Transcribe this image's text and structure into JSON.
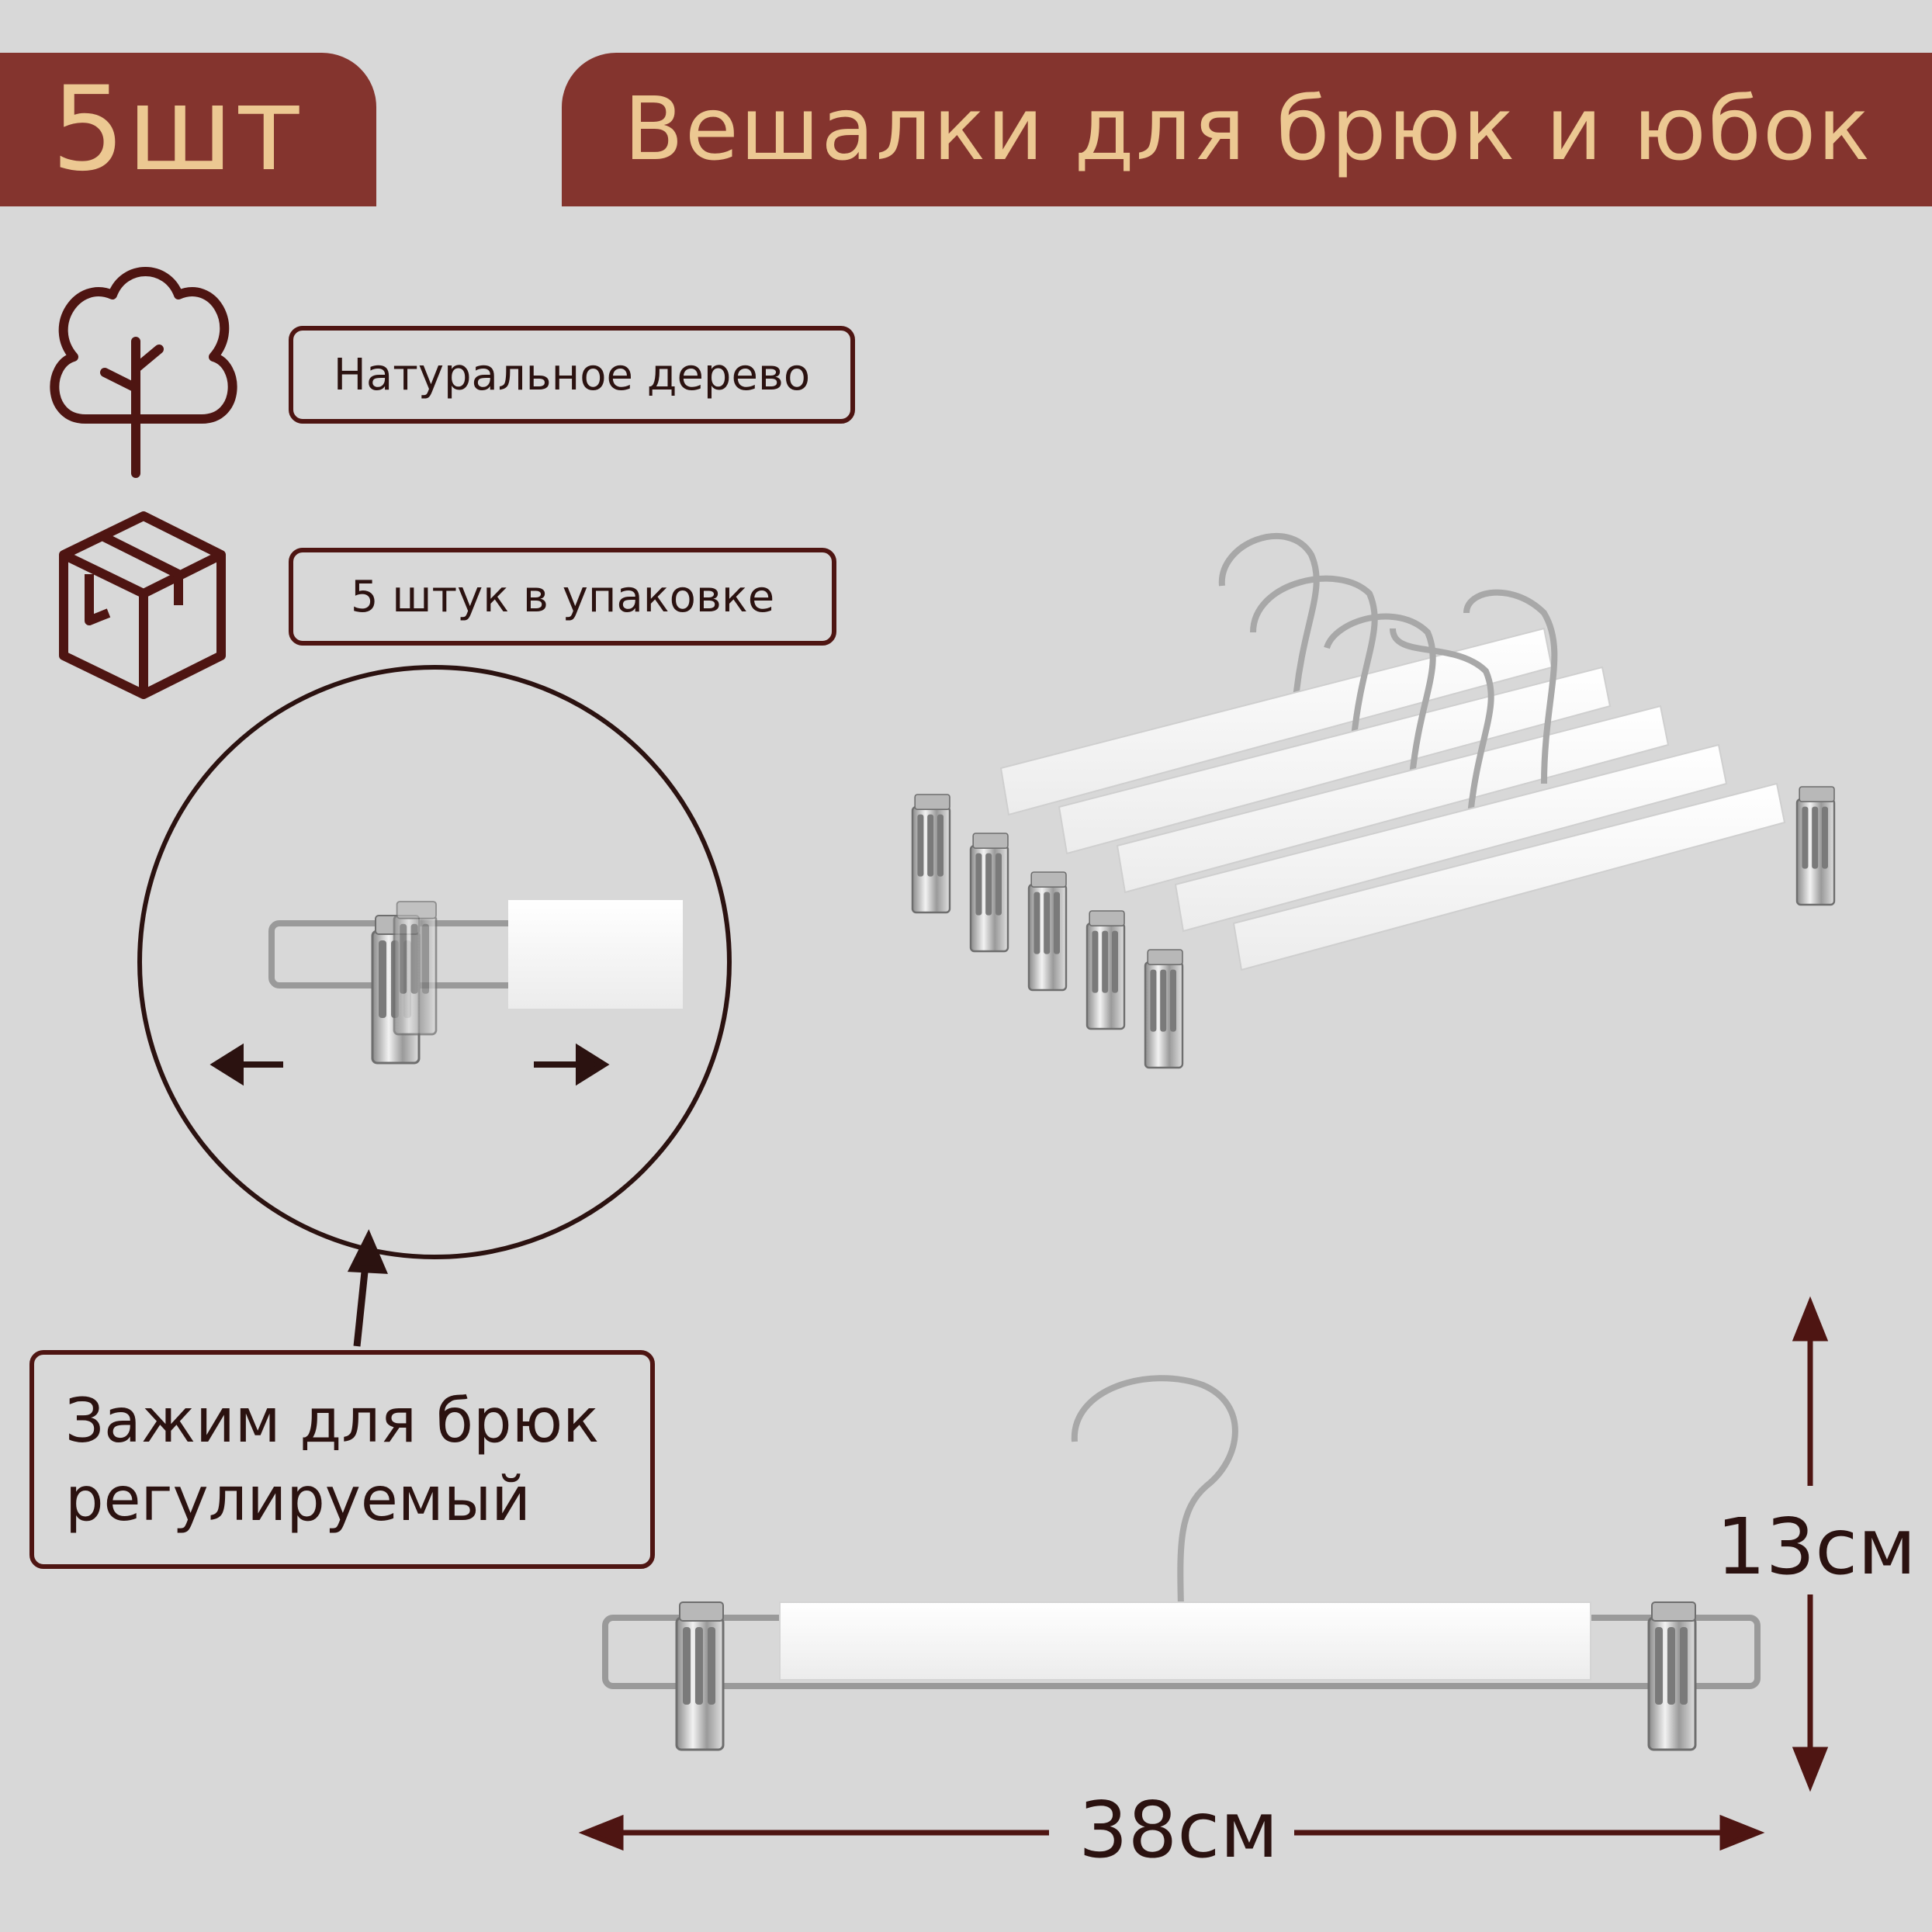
{
  "header": {
    "quantity": "5шт",
    "title": "Вешалки для брюк и юбок"
  },
  "features": [
    {
      "icon": "tree-icon",
      "text": "Натуральное дерево"
    },
    {
      "icon": "box-icon",
      "text": "5 штук в упаковке"
    }
  ],
  "callout": {
    "line1": "Зажим для брюк",
    "line2": "регулируемый"
  },
  "dimensions": {
    "height": "13см",
    "width": "38см"
  },
  "colors": {
    "banner": "#84342e",
    "banner_text": "#ecc892",
    "outline": "#4e1512",
    "background": "#d8d8d8"
  }
}
